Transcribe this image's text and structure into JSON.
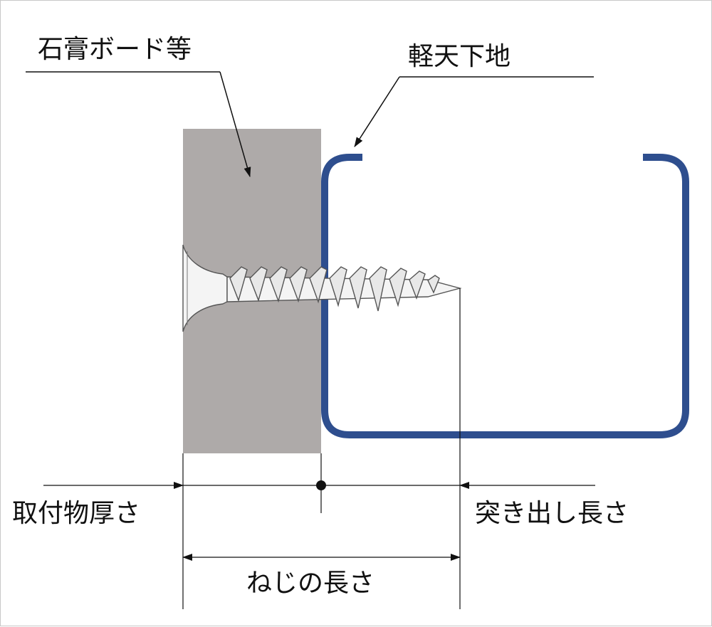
{
  "labels": {
    "board": "石膏ボード等",
    "stud": "軽天下地",
    "thickness": "取付物厚さ",
    "protrusion": "突き出し長さ",
    "screw_length": "ねじの長さ"
  },
  "colors": {
    "board": "#aeaaa9",
    "stud": "#2e4e8e",
    "line": "#111111",
    "screw": "#f2f2f2"
  }
}
